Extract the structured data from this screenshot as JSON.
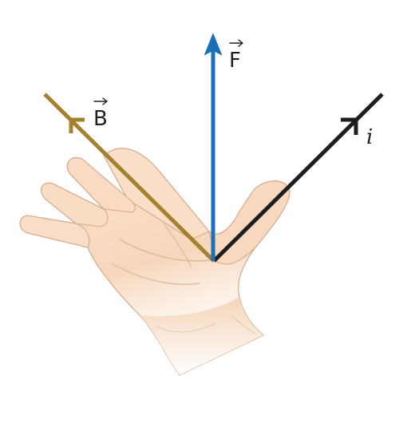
{
  "labels": {
    "force": "F",
    "field": "B",
    "current": "i"
  },
  "colors": {
    "force_vector": "#1c6fb8",
    "field_vector": "#a5802e",
    "current_vector": "#1e1e1e",
    "skin": "#f8dcc4",
    "skin_shadow": "#e6b898",
    "skin_outline": "#c69a7c",
    "background": "#ffffff"
  }
}
